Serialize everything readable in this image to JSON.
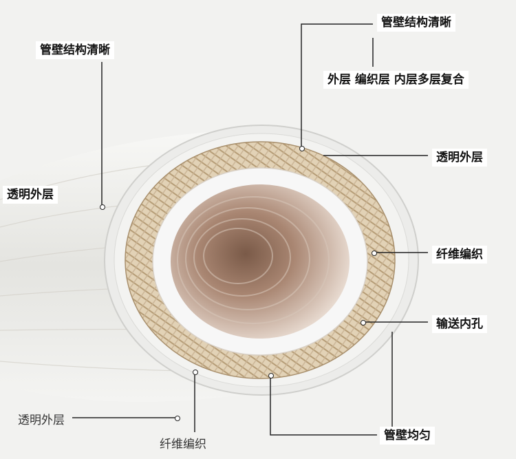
{
  "labels": {
    "wall_structure_left": "管壁结构清晰",
    "wall_structure_right": "管壁结构清晰",
    "layers_composite": "外层 编织层 内层多层复合",
    "transparent_outer_right": "透明外层",
    "transparent_outer_left": "透明外层",
    "fiber_braid": "纤维编织",
    "conveying_bore": "输送内孔",
    "uniform_wall": "管壁均匀",
    "transparent_outer_bottom": "透明外层",
    "braid_layer_bottom": "纤维编织"
  },
  "colors": {
    "background": "#f2f2f0",
    "outer_layer": "#e9e9e6",
    "braid": "#d9c6a6",
    "inner_layer": "#f6f6f6",
    "bore": "#b89a85",
    "line": "#222222"
  }
}
